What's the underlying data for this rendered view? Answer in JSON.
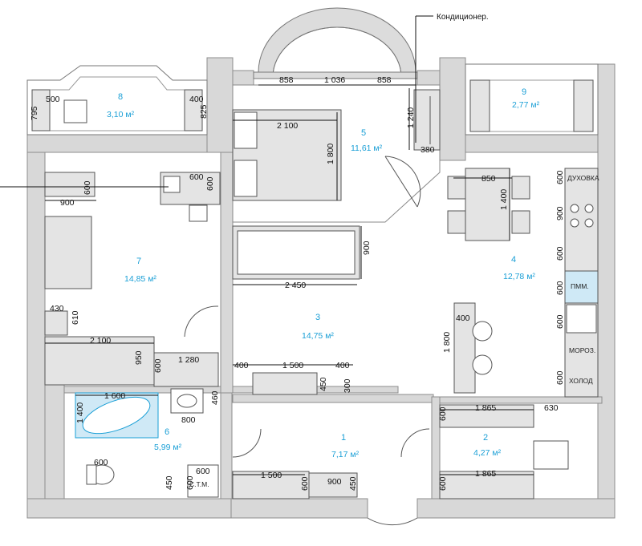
{
  "ac_label": "Кондиционер.",
  "rooms": [
    {
      "num": "1",
      "area": "7,17 м²"
    },
    {
      "num": "2",
      "area": "4,27 м²"
    },
    {
      "num": "3",
      "area": "14,75 м²"
    },
    {
      "num": "4",
      "area": "12,78 м²"
    },
    {
      "num": "5",
      "area": "11,61 м²"
    },
    {
      "num": "6",
      "area": "5,99 м²"
    },
    {
      "num": "7",
      "area": "14,85 м²"
    },
    {
      "num": "8",
      "area": "3,10 м²"
    },
    {
      "num": "9",
      "area": "2,77 м²"
    }
  ],
  "appliances": {
    "oven": "ДУХОВКА",
    "dishwasher": "ПММ.",
    "freezer": "МОРОЗ.",
    "fridge": "ХОЛОД",
    "washer": "С.Т.М."
  },
  "dims": {
    "bay_left": "858",
    "bay_mid": "1 036",
    "bay_right": "858",
    "bed_w": "2 100",
    "bed_h": "1 800",
    "bed_side": "1 240",
    "wardrobe": "380",
    "b8_500": "500",
    "b8_795": "795",
    "b8_400": "400",
    "b8_825": "825",
    "desk_600": "600",
    "desk_600v": "600",
    "desk_600v2": "600",
    "r7_900": "900",
    "sofa_900": "900",
    "r3_2450": "2 450",
    "k_850": "850",
    "k_1400": "1 400",
    "k_900": "900",
    "k_600a": "600",
    "k_600b": "600",
    "k_600c": "600",
    "k_600d": "600",
    "k_600e": "600",
    "k_400": "400",
    "k_1800": "1 800",
    "r7_430": "430",
    "r7_610": "610",
    "r7_2100": "2 100",
    "r7_950": "950",
    "r7_600": "600",
    "r7_1280": "1 280",
    "r3_400a": "400",
    "r3_1500": "1 500",
    "r3_400b": "400",
    "r3_450": "450",
    "r3_300": "300",
    "r6_1600": "1 600",
    "r6_1400": "1 400",
    "r6_460": "460",
    "r6_800": "800",
    "r6_600a": "600",
    "r6_600b": "600",
    "r6_450": "450",
    "r6_600c": "600",
    "r2_1865a": "1 865",
    "r2_630": "630",
    "r2_600a": "600",
    "r2_1865b": "1 865",
    "r2_600b": "600",
    "r1_1500": "1 500",
    "r1_600": "600",
    "r1_900": "900",
    "r1_450": "450"
  }
}
